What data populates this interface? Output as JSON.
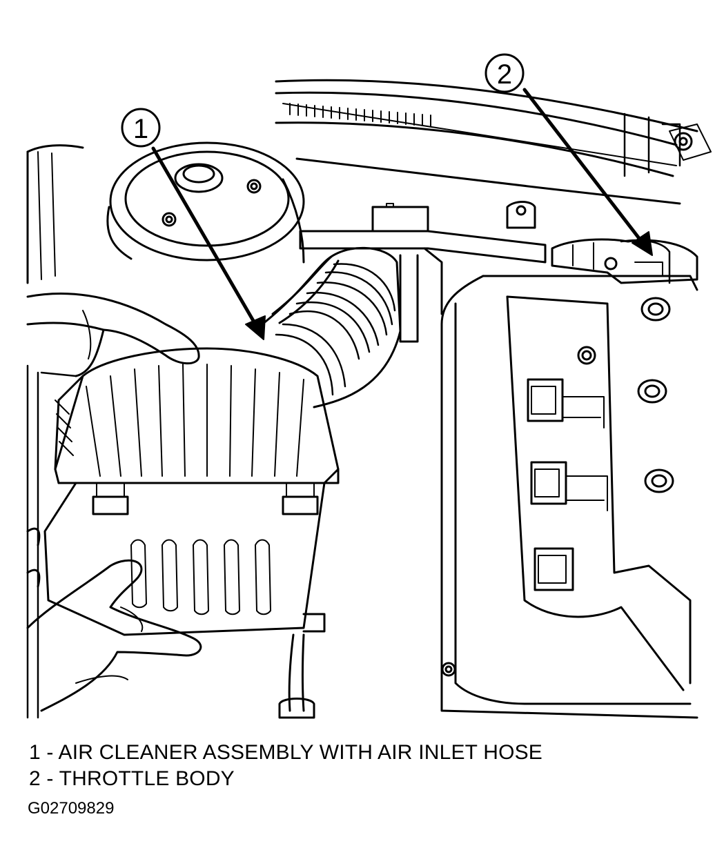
{
  "callouts": [
    {
      "number": "1"
    },
    {
      "number": "2"
    }
  ],
  "legend": [
    {
      "text": "1 - AIR CLEANER ASSEMBLY WITH AIR INLET HOSE"
    },
    {
      "text": "2 - THROTTLE BODY"
    }
  ],
  "figure_id": "G02709829",
  "colors": {
    "ink": "#000000",
    "paper": "#ffffff"
  }
}
